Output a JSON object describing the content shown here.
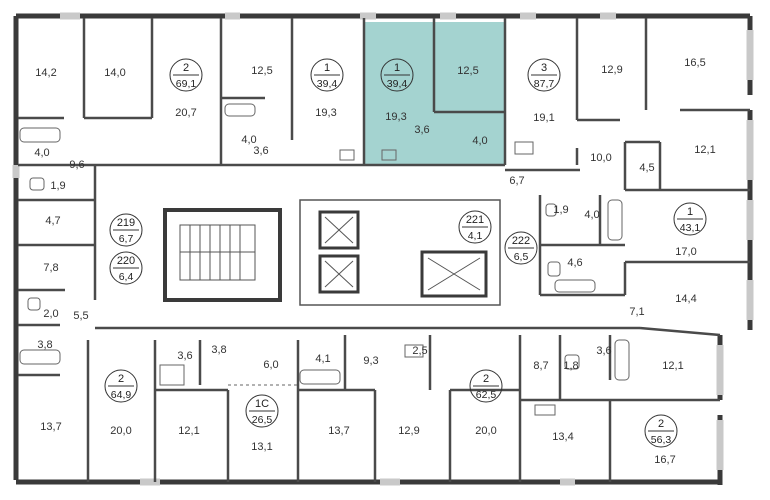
{
  "colors": {
    "wall": "#3a3a3a",
    "thin": "#6b6b6b",
    "highlight": "#a4d3d0",
    "core": "#555555",
    "window": "#c9c9c9"
  },
  "highlight_unit": {
    "rooms": "1",
    "area": "39,4"
  },
  "apartment_badges": [
    {
      "id": "b-2-691",
      "rooms": "2",
      "area": "69,1"
    },
    {
      "id": "b-1-394",
      "rooms": "1",
      "area": "39,4"
    },
    {
      "id": "b-1-394h",
      "rooms": "1",
      "area": "39,4"
    },
    {
      "id": "b-3-877",
      "rooms": "3",
      "area": "87,7"
    },
    {
      "id": "b-1-431",
      "rooms": "1",
      "area": "43,1"
    },
    {
      "id": "b-219",
      "rooms": "219",
      "area": "6,7"
    },
    {
      "id": "b-220",
      "rooms": "220",
      "area": "6,4"
    },
    {
      "id": "b-221",
      "rooms": "221",
      "area": "4,1"
    },
    {
      "id": "b-222",
      "rooms": "222",
      "area": "6,5"
    },
    {
      "id": "b-2-649",
      "rooms": "2",
      "area": "64,9"
    },
    {
      "id": "b-1c-265",
      "rooms": "1С",
      "area": "26,5"
    },
    {
      "id": "b-2-625",
      "rooms": "2",
      "area": "62,5"
    },
    {
      "id": "b-2-563",
      "rooms": "2",
      "area": "56,3"
    }
  ],
  "room_areas": [
    {
      "id": "r1",
      "value": "14,2"
    },
    {
      "id": "r2",
      "value": "14,0"
    },
    {
      "id": "r3",
      "value": "20,7"
    },
    {
      "id": "r4",
      "value": "12,5"
    },
    {
      "id": "r5",
      "value": "19,3"
    },
    {
      "id": "r6",
      "value": "19,3"
    },
    {
      "id": "r7",
      "value": "12,5"
    },
    {
      "id": "r8",
      "value": "3,6"
    },
    {
      "id": "r9",
      "value": "4,0"
    },
    {
      "id": "r10",
      "value": "19,1"
    },
    {
      "id": "r11",
      "value": "12,9"
    },
    {
      "id": "r12",
      "value": "16,5"
    },
    {
      "id": "r13",
      "value": "4,0"
    },
    {
      "id": "r14",
      "value": "9,6"
    },
    {
      "id": "r15",
      "value": "1,9"
    },
    {
      "id": "r16",
      "value": "4,0"
    },
    {
      "id": "r17",
      "value": "3,6"
    },
    {
      "id": "r18",
      "value": "10,0"
    },
    {
      "id": "r19",
      "value": "4,5"
    },
    {
      "id": "r20",
      "value": "12,1"
    },
    {
      "id": "r21",
      "value": "6,7"
    },
    {
      "id": "r22",
      "value": "4,7"
    },
    {
      "id": "r23",
      "value": "1,9"
    },
    {
      "id": "r24",
      "value": "4,0"
    },
    {
      "id": "r25",
      "value": "17,0"
    },
    {
      "id": "r26",
      "value": "7,8"
    },
    {
      "id": "r27",
      "value": "4,6"
    },
    {
      "id": "r28",
      "value": "14,4"
    },
    {
      "id": "r29",
      "value": "2,0"
    },
    {
      "id": "r30",
      "value": "5,5"
    },
    {
      "id": "r31",
      "value": "7,1"
    },
    {
      "id": "r32",
      "value": "3,8"
    },
    {
      "id": "r33",
      "value": "3,6"
    },
    {
      "id": "r34",
      "value": "3,8"
    },
    {
      "id": "r35",
      "value": "6,0"
    },
    {
      "id": "r36",
      "value": "4,1"
    },
    {
      "id": "r37",
      "value": "9,3"
    },
    {
      "id": "r38",
      "value": "2,5"
    },
    {
      "id": "r39",
      "value": "8,7"
    },
    {
      "id": "r40",
      "value": "1,8"
    },
    {
      "id": "r41",
      "value": "3,6"
    },
    {
      "id": "r42",
      "value": "12,1"
    },
    {
      "id": "r43",
      "value": "13,7"
    },
    {
      "id": "r44",
      "value": "20,0"
    },
    {
      "id": "r45",
      "value": "12,1"
    },
    {
      "id": "r46",
      "value": "13,1"
    },
    {
      "id": "r47",
      "value": "13,7"
    },
    {
      "id": "r48",
      "value": "12,9"
    },
    {
      "id": "r49",
      "value": "20,0"
    },
    {
      "id": "r50",
      "value": "13,4"
    },
    {
      "id": "r51",
      "value": "16,7"
    }
  ]
}
